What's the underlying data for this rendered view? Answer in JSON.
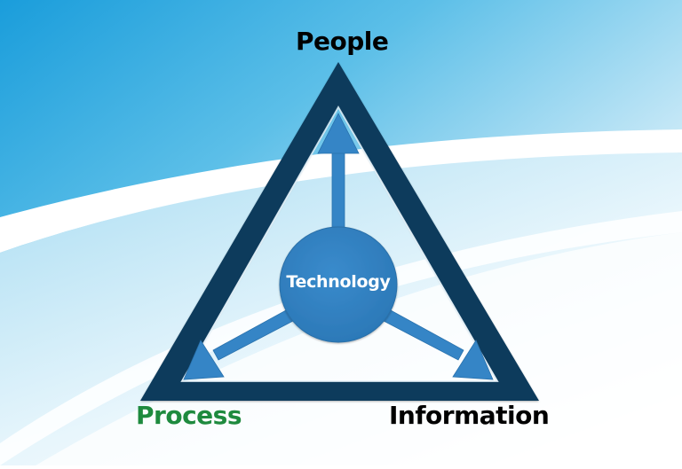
{
  "diagram": {
    "title": "People, Process, Information, Technology triangle",
    "nodes": {
      "top": {
        "label": "People",
        "color": "#000000"
      },
      "bottom_left": {
        "label": "Process",
        "color": "#1e8a3e"
      },
      "bottom_right": {
        "label": "Information",
        "color": "#000000"
      },
      "center": {
        "label": "Technology",
        "color": "#ffffff"
      }
    },
    "edges": [
      {
        "from": "Technology",
        "to": "People",
        "type": "arrow"
      },
      {
        "from": "Technology",
        "to": "Process",
        "type": "arrow"
      },
      {
        "from": "Technology",
        "to": "Information",
        "type": "arrow"
      }
    ],
    "colors": {
      "triangle": "#0b3a5c",
      "circle": "#2f7fbf",
      "arrows": "#3585c6",
      "background_top": "#1aa1dd",
      "background_bottom": "#ffffff",
      "swoosh": "#ffffff"
    }
  }
}
